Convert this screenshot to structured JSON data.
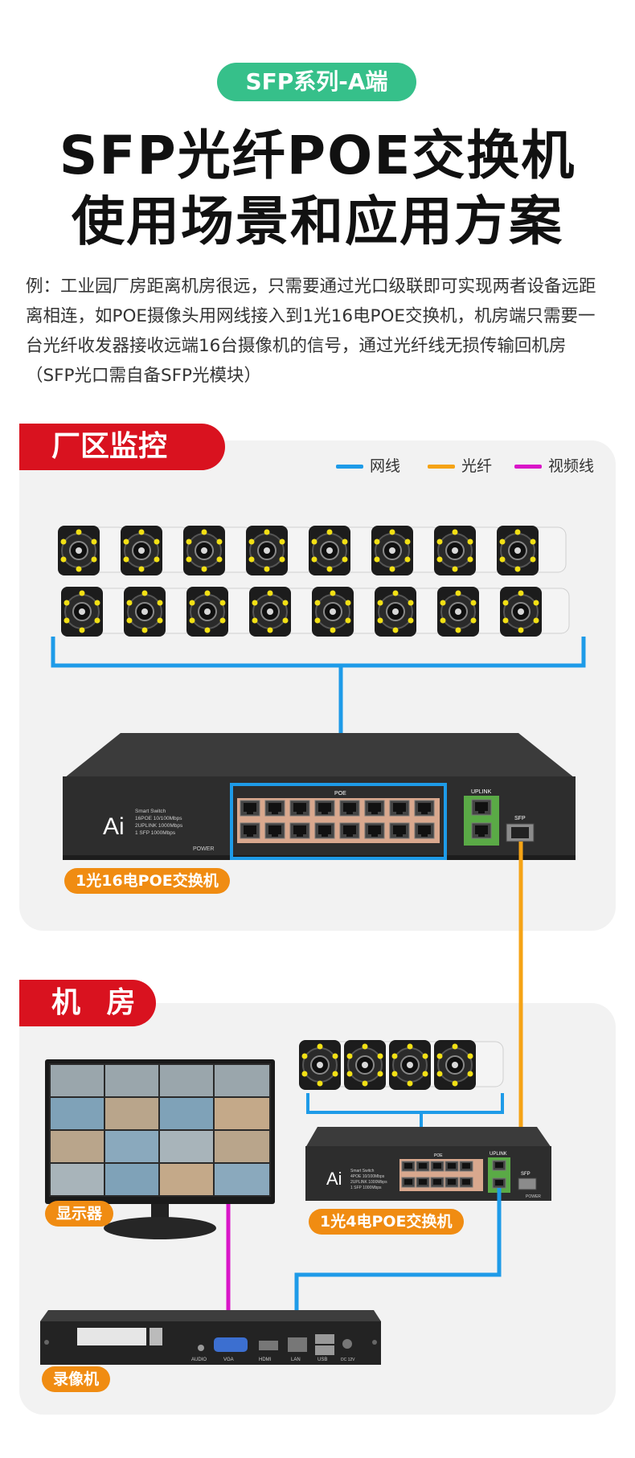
{
  "header": {
    "series_tag": "SFP系列-A端",
    "title_line1": "SFP光纤POE交换机",
    "title_line2": "使用场景和应用方案"
  },
  "description": "例：工业园厂房距离机房很远，只需要通过光口级联即可实现两者设备远距离相连，如POE摄像头用网线接入到1光16电POE交换机，机房端只需要一台光纤收发器接收远端16台摄像机的信号，通过光纤线无损传输回机房（SFP光口需自备SFP光模块）",
  "factory": {
    "tag": "厂区监控",
    "switch_label": "1光16电POE交换机",
    "switch": {
      "brand": "Ai",
      "spec_lines": [
        "Smart Switch",
        "16POE 10/100Mbps",
        "2UPLINK 1000Mbps",
        "1 SFP 1000Mbps"
      ],
      "poe_label": "POE",
      "uplink_label": "UPLINK",
      "sfp_label": "SFP",
      "power_label": "POWER"
    }
  },
  "legend": {
    "items": [
      {
        "label": "网线",
        "color": "#1e9be8"
      },
      {
        "label": "光纤",
        "color": "#f5a315"
      },
      {
        "label": "视频线",
        "color": "#d916c8"
      }
    ]
  },
  "room": {
    "tag": "机 房",
    "monitor_label": "显示器",
    "switch_label": "1光4电POE交换机",
    "nvr_label": "录像机",
    "switch": {
      "brand": "Ai",
      "spec_lines": [
        "Smart Switch",
        "4POE 10/100Mbps",
        "2UPLINK 1000Mbps",
        "1 SFP 1000Mbps"
      ],
      "poe_label": "POE",
      "uplink_label": "UPLINK",
      "sfp_label": "SFP",
      "power_label": "POWER"
    },
    "nvr_ports": [
      "AUDIO",
      "VGA",
      "HDMI",
      "LAN",
      "USB",
      "DC 12V"
    ]
  },
  "colors": {
    "network": "#1e9be8",
    "fiber": "#f5a315",
    "video": "#d916c8",
    "red": "#d9121f",
    "orange": "#f08c12",
    "green": "#36c08a"
  }
}
